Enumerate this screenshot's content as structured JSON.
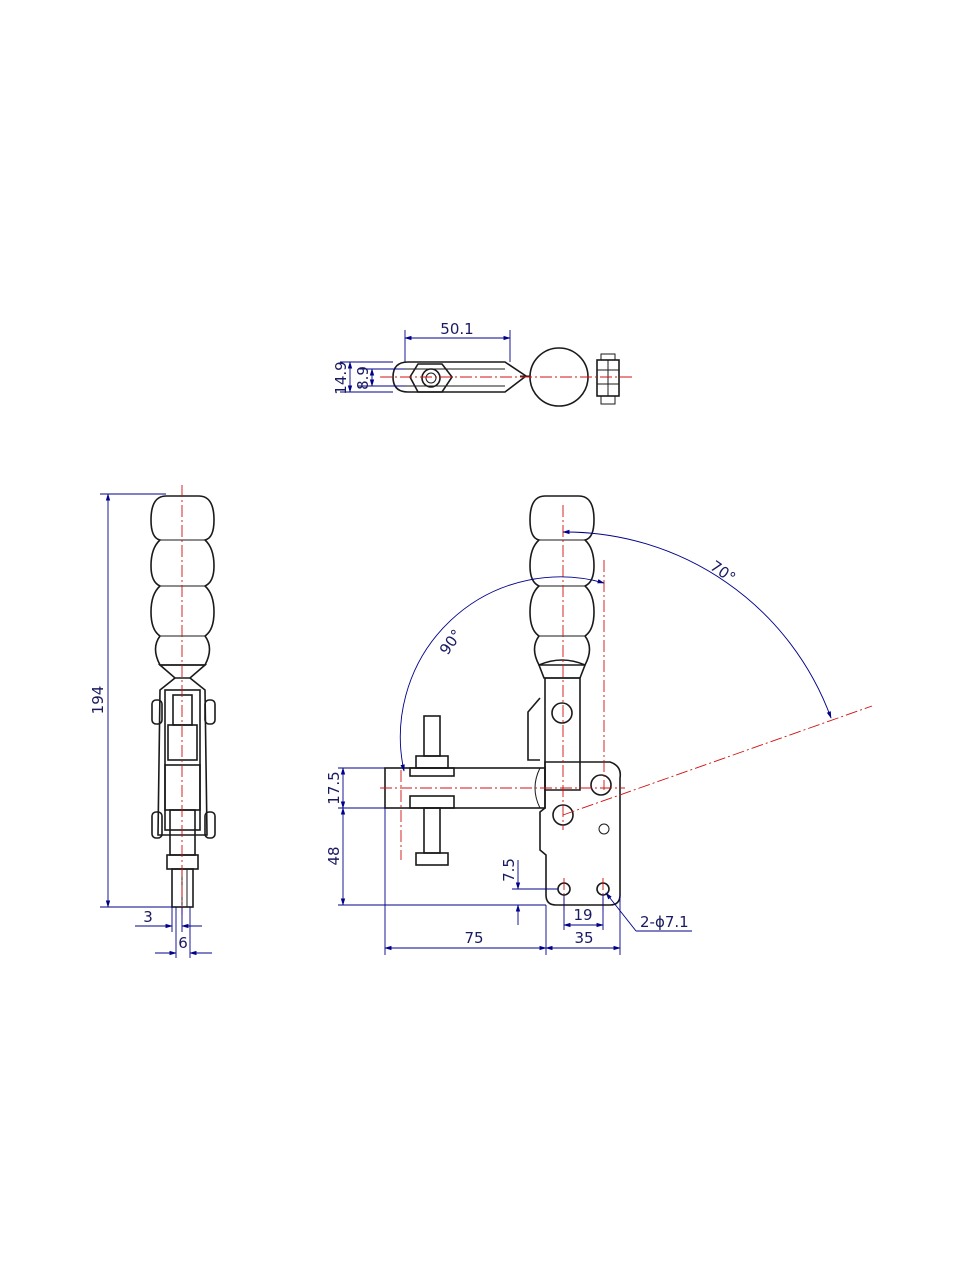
{
  "dimensions": {
    "top_length": "50.1",
    "top_width_outer": "14.9",
    "top_width_inner": "8.9",
    "overall_height": "194",
    "side_offset": "3",
    "side_width": "6",
    "bar_height": "17.5",
    "base_height": "48",
    "hole_offset": "7.5",
    "reach": "75",
    "base_width": "35",
    "hole_spacing": "19",
    "holes": "2-ϕ7.1",
    "angle_open": "90°",
    "angle_handle": "70°"
  },
  "colors": {
    "outline": "#1a1a1a",
    "dimension": "#00008b",
    "centerline": "#d01010"
  }
}
